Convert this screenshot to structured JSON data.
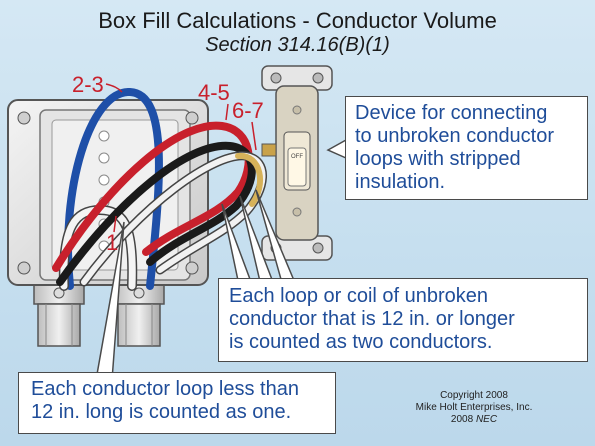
{
  "title": {
    "line1": "Box Fill Calculations - Conductor Volume",
    "line2": "Section 314.16(B)(1)"
  },
  "wire_labels": {
    "loop_2_3": "2-3",
    "loop_4_5": "4-5",
    "loop_6_7": "6-7",
    "single_1": "1"
  },
  "switch_text": "OFF",
  "callouts": {
    "device": [
      "Device for connecting",
      "to unbroken conductor",
      "loops with stripped",
      "insulation."
    ],
    "loops": [
      "Each loop or coil of unbroken",
      "conductor that is 12 in. or longer",
      "is counted as two conductors."
    ],
    "single": [
      "Each conductor loop less than",
      "12 in. long is counted as one."
    ]
  },
  "copyright": {
    "line1": "Copyright 2008",
    "line2": "Mike Holt Enterprises, Inc.",
    "line3_prefix": "2008 ",
    "line3_italic": "NEC"
  },
  "colors": {
    "wire_blue": "#1e4fa8",
    "wire_red": "#c8202c",
    "wire_black": "#1a1a1a",
    "wire_white": "#f2f2f2",
    "stripped_copper": "#d6b25a",
    "label_red": "#c8202c",
    "callout_text": "#1f4d99"
  }
}
